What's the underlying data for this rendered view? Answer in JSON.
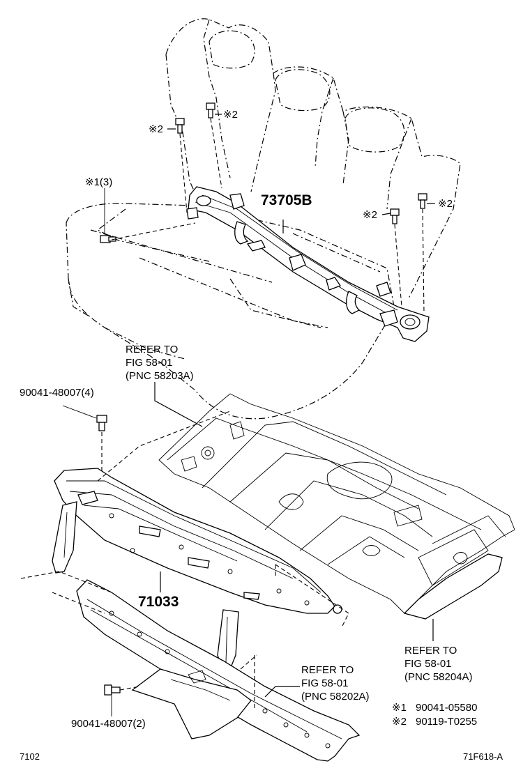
{
  "labels": {
    "part_73705B": "73705B",
    "part_71033": "71033",
    "bolt_top_left": "※1(3)",
    "bolt_mark2_a": "※2",
    "bolt_mark2_b": "※2",
    "bolt_mark2_c": "※2",
    "bolt_mark2_d": "※2",
    "bolt_90041_4": "90041-48007(4)",
    "bolt_90041_2": "90041-48007(2)"
  },
  "refs": {
    "ref_a": [
      "REFER TO",
      "FIG 58-01",
      "(PNC 58203A)"
    ],
    "ref_b": [
      "REFER TO",
      "FIG 58-01",
      "(PNC 58204A)"
    ],
    "ref_c": [
      "REFER TO",
      "FIG 58-01",
      "(PNC 58202A)"
    ]
  },
  "legend": [
    {
      "mark": "※1",
      "part": "90041-05580"
    },
    {
      "mark": "※2",
      "part": "90119-T0255"
    }
  ],
  "footer": {
    "left_code": "7102",
    "right_code": "71F618-A"
  }
}
